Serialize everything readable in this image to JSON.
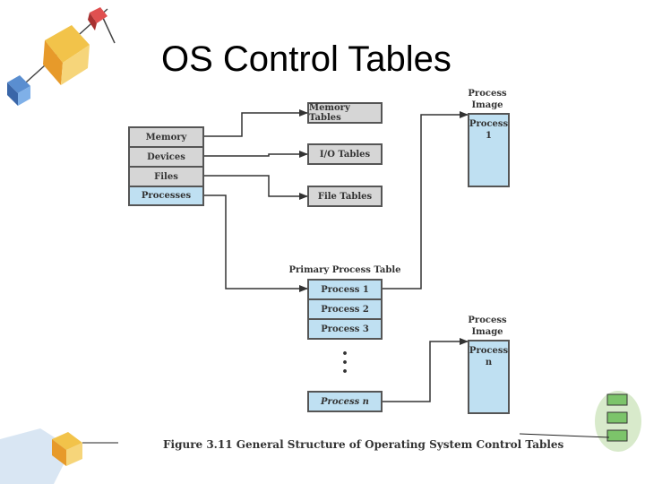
{
  "title": "OS Control Tables",
  "left_table": [
    "Memory",
    "Devices",
    "Files",
    "Processes"
  ],
  "tables": {
    "memory": "Memory Tables",
    "io": "I/O Tables",
    "file": "File Tables"
  },
  "primary_process_table": {
    "label": "Primary Process Table",
    "rows": [
      "Process 1",
      "Process 2",
      "Process 3"
    ],
    "ellipsis": "•\n•\n•",
    "last_row": "Process n"
  },
  "process_images": [
    {
      "label": "Process\nImage",
      "name": "Process\n1"
    },
    {
      "label": "Process\nImage",
      "name": "Process\nn"
    }
  ],
  "caption": "Figure 3.11 General Structure of Operating System Control Tables",
  "colors": {
    "gray_cell": "#d6d6d6",
    "blue_cell": "#bfe0f2",
    "border": "#555555"
  }
}
